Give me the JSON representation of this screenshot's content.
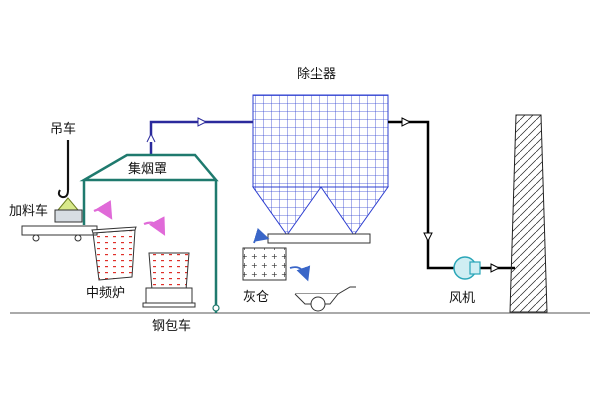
{
  "labels": {
    "dust_collector": "除尘器",
    "crane": "吊车",
    "charging_car": "加料车",
    "smoke_hood": "集烟罩",
    "ash_bin": "灰仓",
    "induction_furnace": "中频炉",
    "fan": "风机",
    "ladle_car": "钢包车"
  },
  "colors": {
    "flue_duct": "#2b2a9c",
    "hood": "#1f7a6e",
    "grid": "#2e3fd0",
    "exhaust_pipe": "#000000",
    "fan": "#2aa6b8",
    "motion_arrow": "#e06ad8",
    "ash_arrow": "#3a66c8",
    "furnace_dots": "#e0302a"
  },
  "icons": {
    "flow_marker": "triangle-arrow",
    "pour_arrow": "curved-arrow"
  }
}
